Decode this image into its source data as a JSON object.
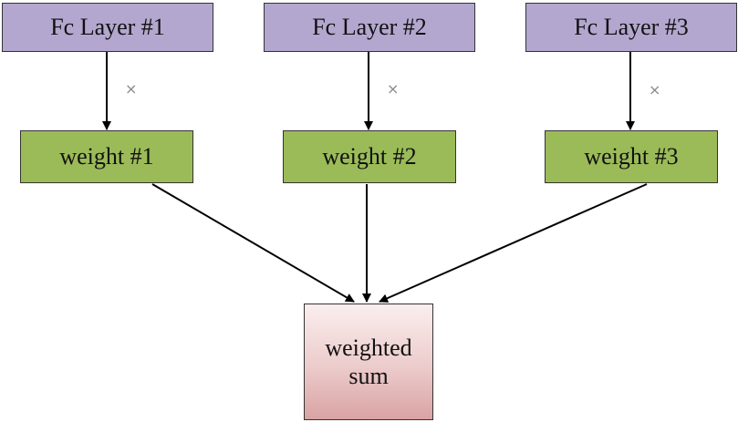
{
  "diagram": {
    "fc_layers": [
      {
        "label": "Fc Layer #1"
      },
      {
        "label": "Fc Layer #2"
      },
      {
        "label": "Fc Layer #3"
      }
    ],
    "weights": [
      {
        "label": "weight #1"
      },
      {
        "label": "weight #2"
      },
      {
        "label": "weight #3"
      }
    ],
    "operator_symbol": "×",
    "output": {
      "line1": "weighted",
      "line2": "sum"
    },
    "colors": {
      "fc_fill": "#b4a7cf",
      "weight_fill": "#9bbb59",
      "sum_fill_top": "#fbeeee",
      "sum_fill_bottom": "#d9a3a3",
      "arrow": "#000000"
    }
  }
}
